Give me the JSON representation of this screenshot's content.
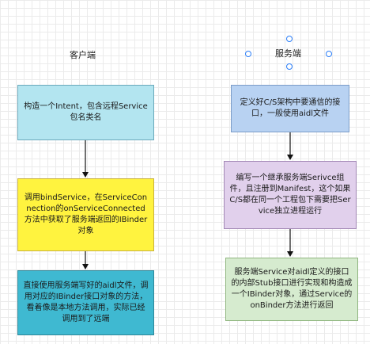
{
  "client": {
    "title": "客户端",
    "steps": [
      "构造一个Intent，包含远程Service包名类名",
      "调用bindService，在ServiceConnection的onServiceConnected方法中获取了服务端返回的IBinder对象",
      "直接使用服务端写好的aidl文件，调用对应的IBinder接口对象的方法，看着像是本地方法调用，实际已经调用到了远端"
    ]
  },
  "server": {
    "title": "服务端",
    "steps": [
      "定义好C/S架构中要通信的接口，一般使用aidl文件",
      "编写一个继承服务端Serivce组件，且注册到Manifest，这个如果C/S都在同一个工程包下需要把Service独立进程运行",
      "服务端Service对aidl定义的接口的内部Stub接口进行实现和构造成一个IBinder对象，通过Service的onBinder方法进行返回"
    ]
  },
  "colors": {
    "client_box_1": "#b3e5f0",
    "client_box_2": "#fff33f",
    "client_box_3": "#3fb9d1",
    "server_box_1": "#b8d2f2",
    "server_box_2": "#e1d0ec",
    "server_box_3": "#d6ebcf",
    "selection_handle": "#2d7ff9"
  }
}
